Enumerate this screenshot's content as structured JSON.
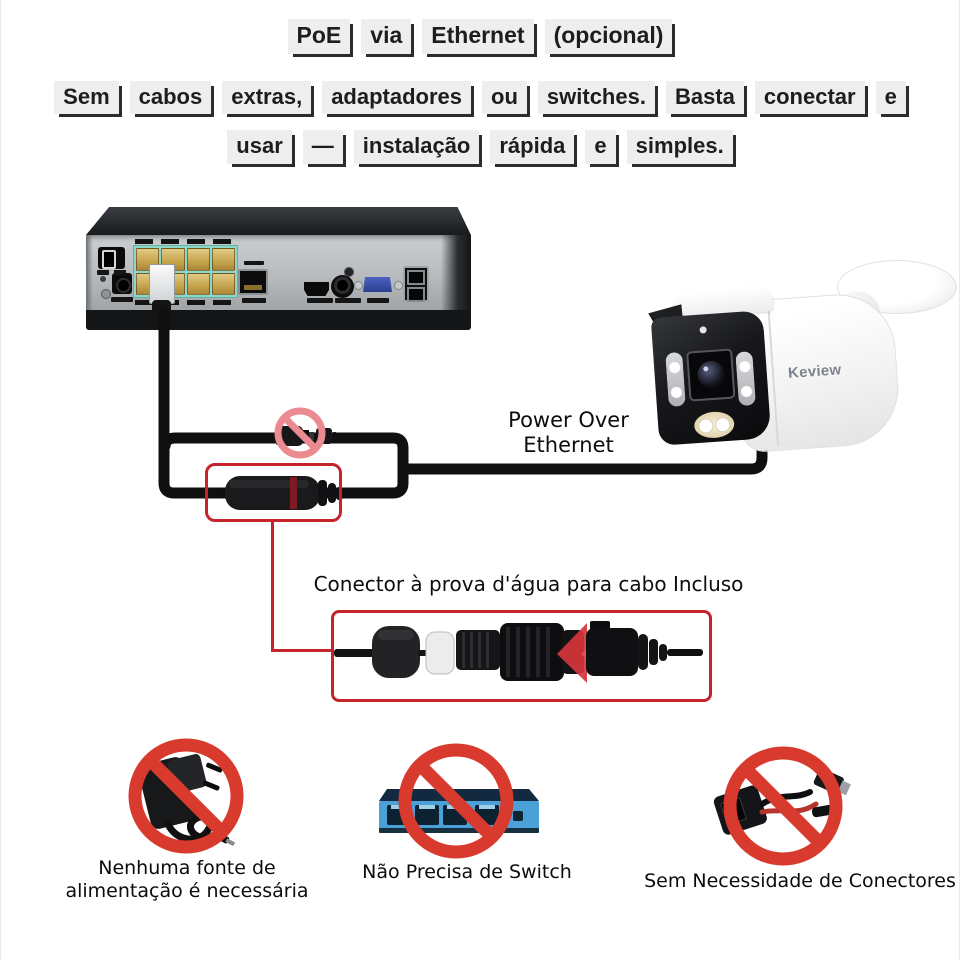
{
  "header": {
    "line1": [
      "PoE",
      "via",
      "Ethernet",
      "(opcional)"
    ],
    "line2": [
      "Sem",
      "cabos",
      "extras,",
      "adaptadores",
      "ou",
      "switches.",
      "Basta",
      "conectar",
      "e"
    ],
    "line3": [
      "usar",
      "—",
      "instalação",
      "rápida",
      "e",
      "simples."
    ]
  },
  "diagram": {
    "poe_label_line1": "Power Over",
    "poe_label_line2": "Ethernet",
    "waterproof_caption": "Conector à prova d'água para cabo Incluso",
    "camera_brand": "Keview"
  },
  "footer": {
    "no_power_line1": "Nenhuma fonte de",
    "no_power_line2": "alimentação é necessária",
    "no_switch": "Não Precisa de Switch",
    "no_connectors": "Sem Necessidade de Conectores"
  },
  "colors": {
    "prohibition_red": "#d93a2e",
    "prohibition_pink": "#ec8a92",
    "highlight_red": "#c6232b",
    "cable_black": "#0f0f10",
    "poe_port_gold": "#c5a44c",
    "poe_port_teal": "#8ed8cb",
    "switch_blue": "#4ba0d8",
    "camera_brand_gray": "#7d838c",
    "chip_background": "#eeeeee"
  }
}
